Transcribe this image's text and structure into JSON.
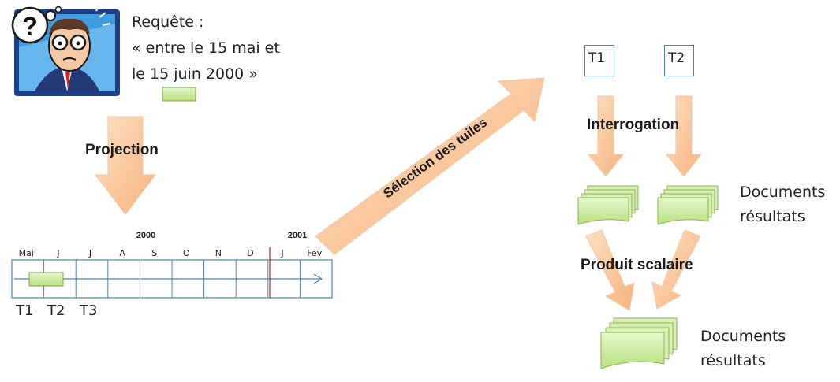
{
  "query": {
    "line1": "Requête :",
    "line2": "« entre le 15 mai et",
    "line3": "le 15 juin 2000 »"
  },
  "projection_label": "Projection",
  "selection_label": "Sélection des tuiles",
  "timeline": {
    "year_labels": [
      "2000",
      "2001"
    ],
    "months": [
      "Mai",
      "J",
      "J",
      "A",
      "S",
      "O",
      "N",
      "D",
      "J",
      "Fev"
    ],
    "tiles": [
      "T1",
      "T2",
      "T3"
    ]
  },
  "tiles_selected": [
    "T1",
    "T2"
  ],
  "interrogation_label": "Interrogation",
  "results_label": {
    "line1": "Documents",
    "line2": "résultats"
  },
  "scalar_label": "Produit scalaire",
  "final_results_label": {
    "line1": "Documents",
    "line2": "résultats"
  },
  "colors": {
    "arrow_fill": "#f9c69a",
    "tile_green": "#c9ec9c",
    "timeline_blue": "#4f81bd",
    "year_marker": "#c0504d"
  },
  "icons": [
    "user-question-avatar-icon"
  ]
}
